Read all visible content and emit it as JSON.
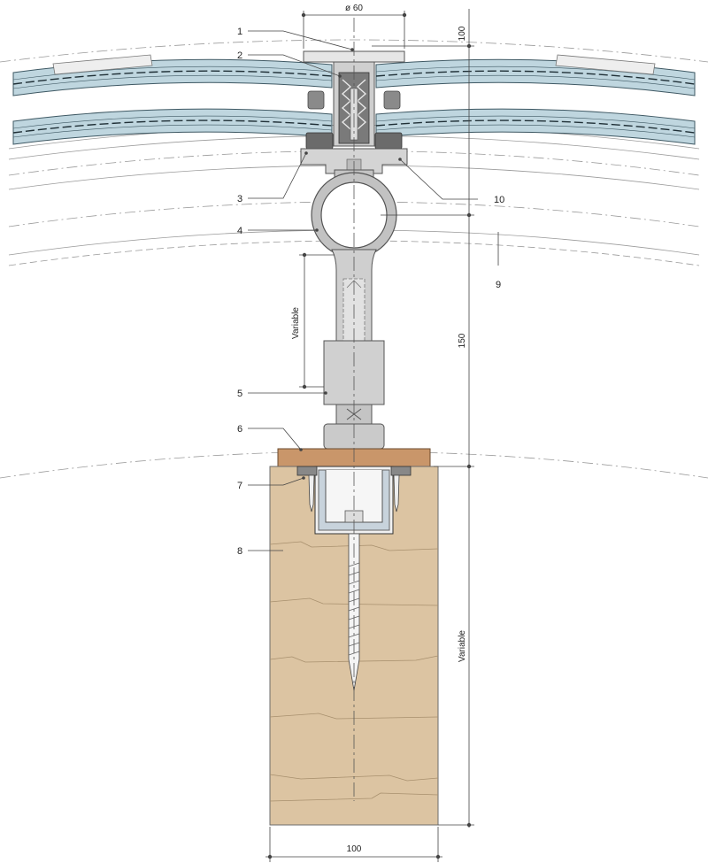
{
  "callouts": {
    "c1": "1",
    "c2": "2",
    "c3": "3",
    "c4": "4",
    "c5": "5",
    "c6": "6",
    "c7": "7",
    "c8": "8",
    "c9": "9",
    "c10": "10"
  },
  "dimensions": {
    "diameter": "ø 60",
    "top_offset": "100",
    "total_height": "150",
    "stem_variable": "Variable",
    "beam_variable": "Variable",
    "beam_width": "100"
  },
  "colors": {
    "glass": "#bfd6df",
    "glass_edge": "#3e5863",
    "metal": "#c9c9c9",
    "metal_dark": "#8a8a8a",
    "wood_beam": "#dcc4a2",
    "wood_board": "#c9966a",
    "gasket": "#6b6b6b"
  }
}
